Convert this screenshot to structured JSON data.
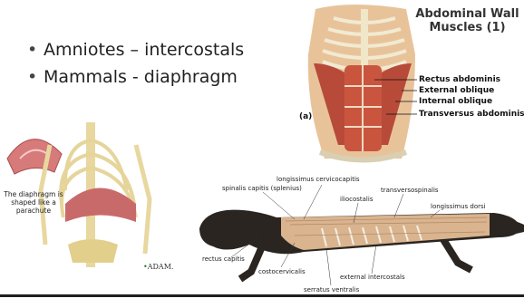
{
  "slide": {
    "top_partial_text": "(... ))",
    "bullets": [
      "Amniotes – intercostals",
      "Mammals - diaphragm"
    ]
  },
  "abdominal_figure": {
    "title": "Abdominal Wall Muscles (1)",
    "panel_label": "(a)",
    "labels": [
      "Rectus abdominis",
      "External oblique",
      "Internal oblique",
      "Transversus abdominis"
    ]
  },
  "diaphragm_figure": {
    "caption": "The diaphragm is shaped like a parachute",
    "credit": "ADAM."
  },
  "lizard_figure": {
    "labels": {
      "longissimus_cervicocapitis": "longissimus cervicocapitis",
      "spinalis_capitis": "spinalis capitis (splenius)",
      "iliocostalis": "iliocostalis",
      "transversospinalis": "transversospinalis",
      "longissimus_dorsi": "longissimus dorsi",
      "rectus_capitis": "rectus capitis",
      "costocervicalis": "costocervicalis",
      "external_intercostals": "external intercostals",
      "serratus_ventralis": "serratus ventralis"
    }
  }
}
